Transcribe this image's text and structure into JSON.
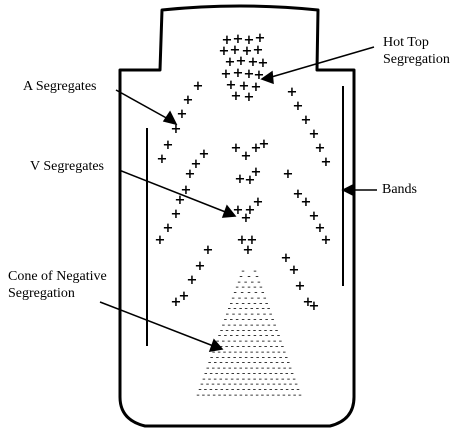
{
  "labels": {
    "hot_top": [
      "Hot Top",
      "Segregation"
    ],
    "a_segregates": "A Segregates",
    "v_segregates": "V Segregates",
    "bands": "Bands",
    "cone": [
      "Cone of Negative",
      "Segregation"
    ]
  },
  "symbols": {
    "plus": "+",
    "dash": "-"
  }
}
